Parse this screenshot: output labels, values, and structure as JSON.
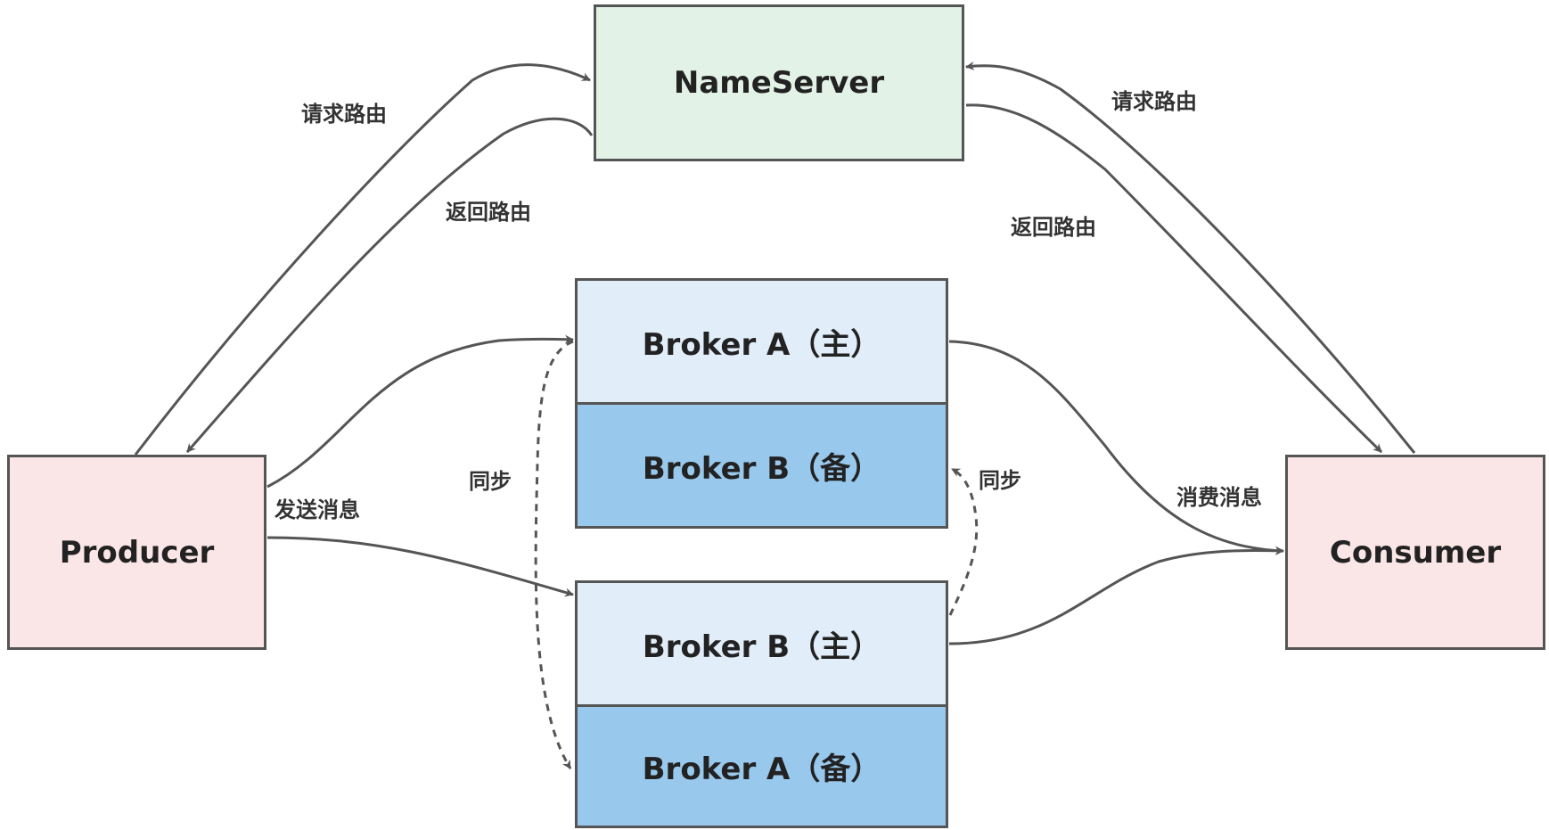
{
  "colors": {
    "nameserver_fill": "#e3f2e7",
    "client_fill": "#fbe6e7",
    "broker_master_fill": "#e1eefa",
    "broker_slave_fill": "#98c8ec",
    "stroke": "#555555"
  },
  "nodes": {
    "nameserver": "NameServer",
    "producer": "Producer",
    "consumer": "Consumer",
    "broker_a_master": "Broker A（主）",
    "broker_b_slave": "Broker B（备）",
    "broker_b_master": "Broker B（主）",
    "broker_a_slave": "Broker A（备）"
  },
  "edges": {
    "producer_request_route": "请求路由",
    "producer_return_route": "返回路由",
    "consumer_request_route": "请求路由",
    "consumer_return_route": "返回路由",
    "send_message": "发送消息",
    "consume_message": "消费消息",
    "sync_left": "同步",
    "sync_right": "同步"
  }
}
